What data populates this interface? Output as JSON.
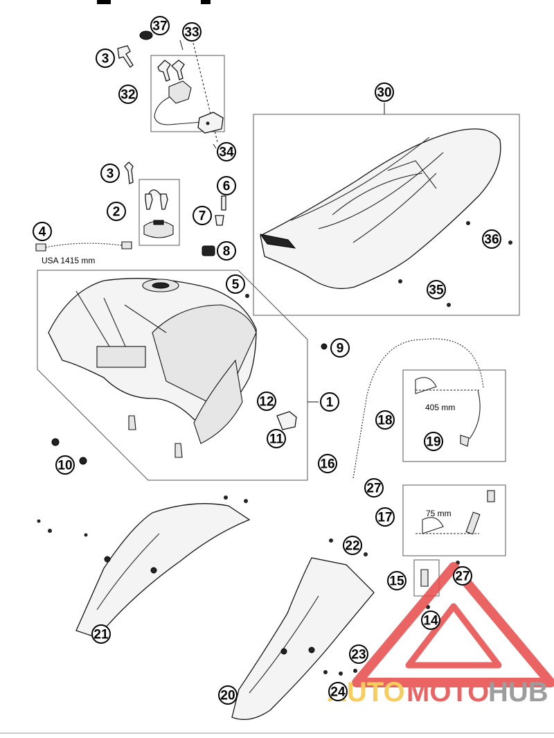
{
  "callouts": [
    {
      "n": "37"
    },
    {
      "n": "33"
    },
    {
      "n": "3"
    },
    {
      "n": "32"
    },
    {
      "n": "34"
    },
    {
      "n": "3"
    },
    {
      "n": "2"
    },
    {
      "n": "6"
    },
    {
      "n": "7"
    },
    {
      "n": "8"
    },
    {
      "n": "4"
    },
    {
      "n": "30"
    },
    {
      "n": "36"
    },
    {
      "n": "35"
    },
    {
      "n": "5"
    },
    {
      "n": "9"
    },
    {
      "n": "12"
    },
    {
      "n": "1"
    },
    {
      "n": "11"
    },
    {
      "n": "10"
    },
    {
      "n": "18"
    },
    {
      "n": "19"
    },
    {
      "n": "16"
    },
    {
      "n": "27"
    },
    {
      "n": "17"
    },
    {
      "n": "22"
    },
    {
      "n": "15"
    },
    {
      "n": "27"
    },
    {
      "n": "14"
    },
    {
      "n": "21"
    },
    {
      "n": "23"
    },
    {
      "n": "24"
    },
    {
      "n": "20"
    }
  ],
  "labels": {
    "usa_hose": "USA 1415 mm",
    "dim_405": "405 mm",
    "dim_75": "75 mm"
  },
  "watermark": {
    "part1": "AUTO",
    "part2": "MOTO",
    "part3": "HUB",
    "color1": "#f5c542",
    "color2": "#e84a4a",
    "color3": "#8c8c8c"
  }
}
